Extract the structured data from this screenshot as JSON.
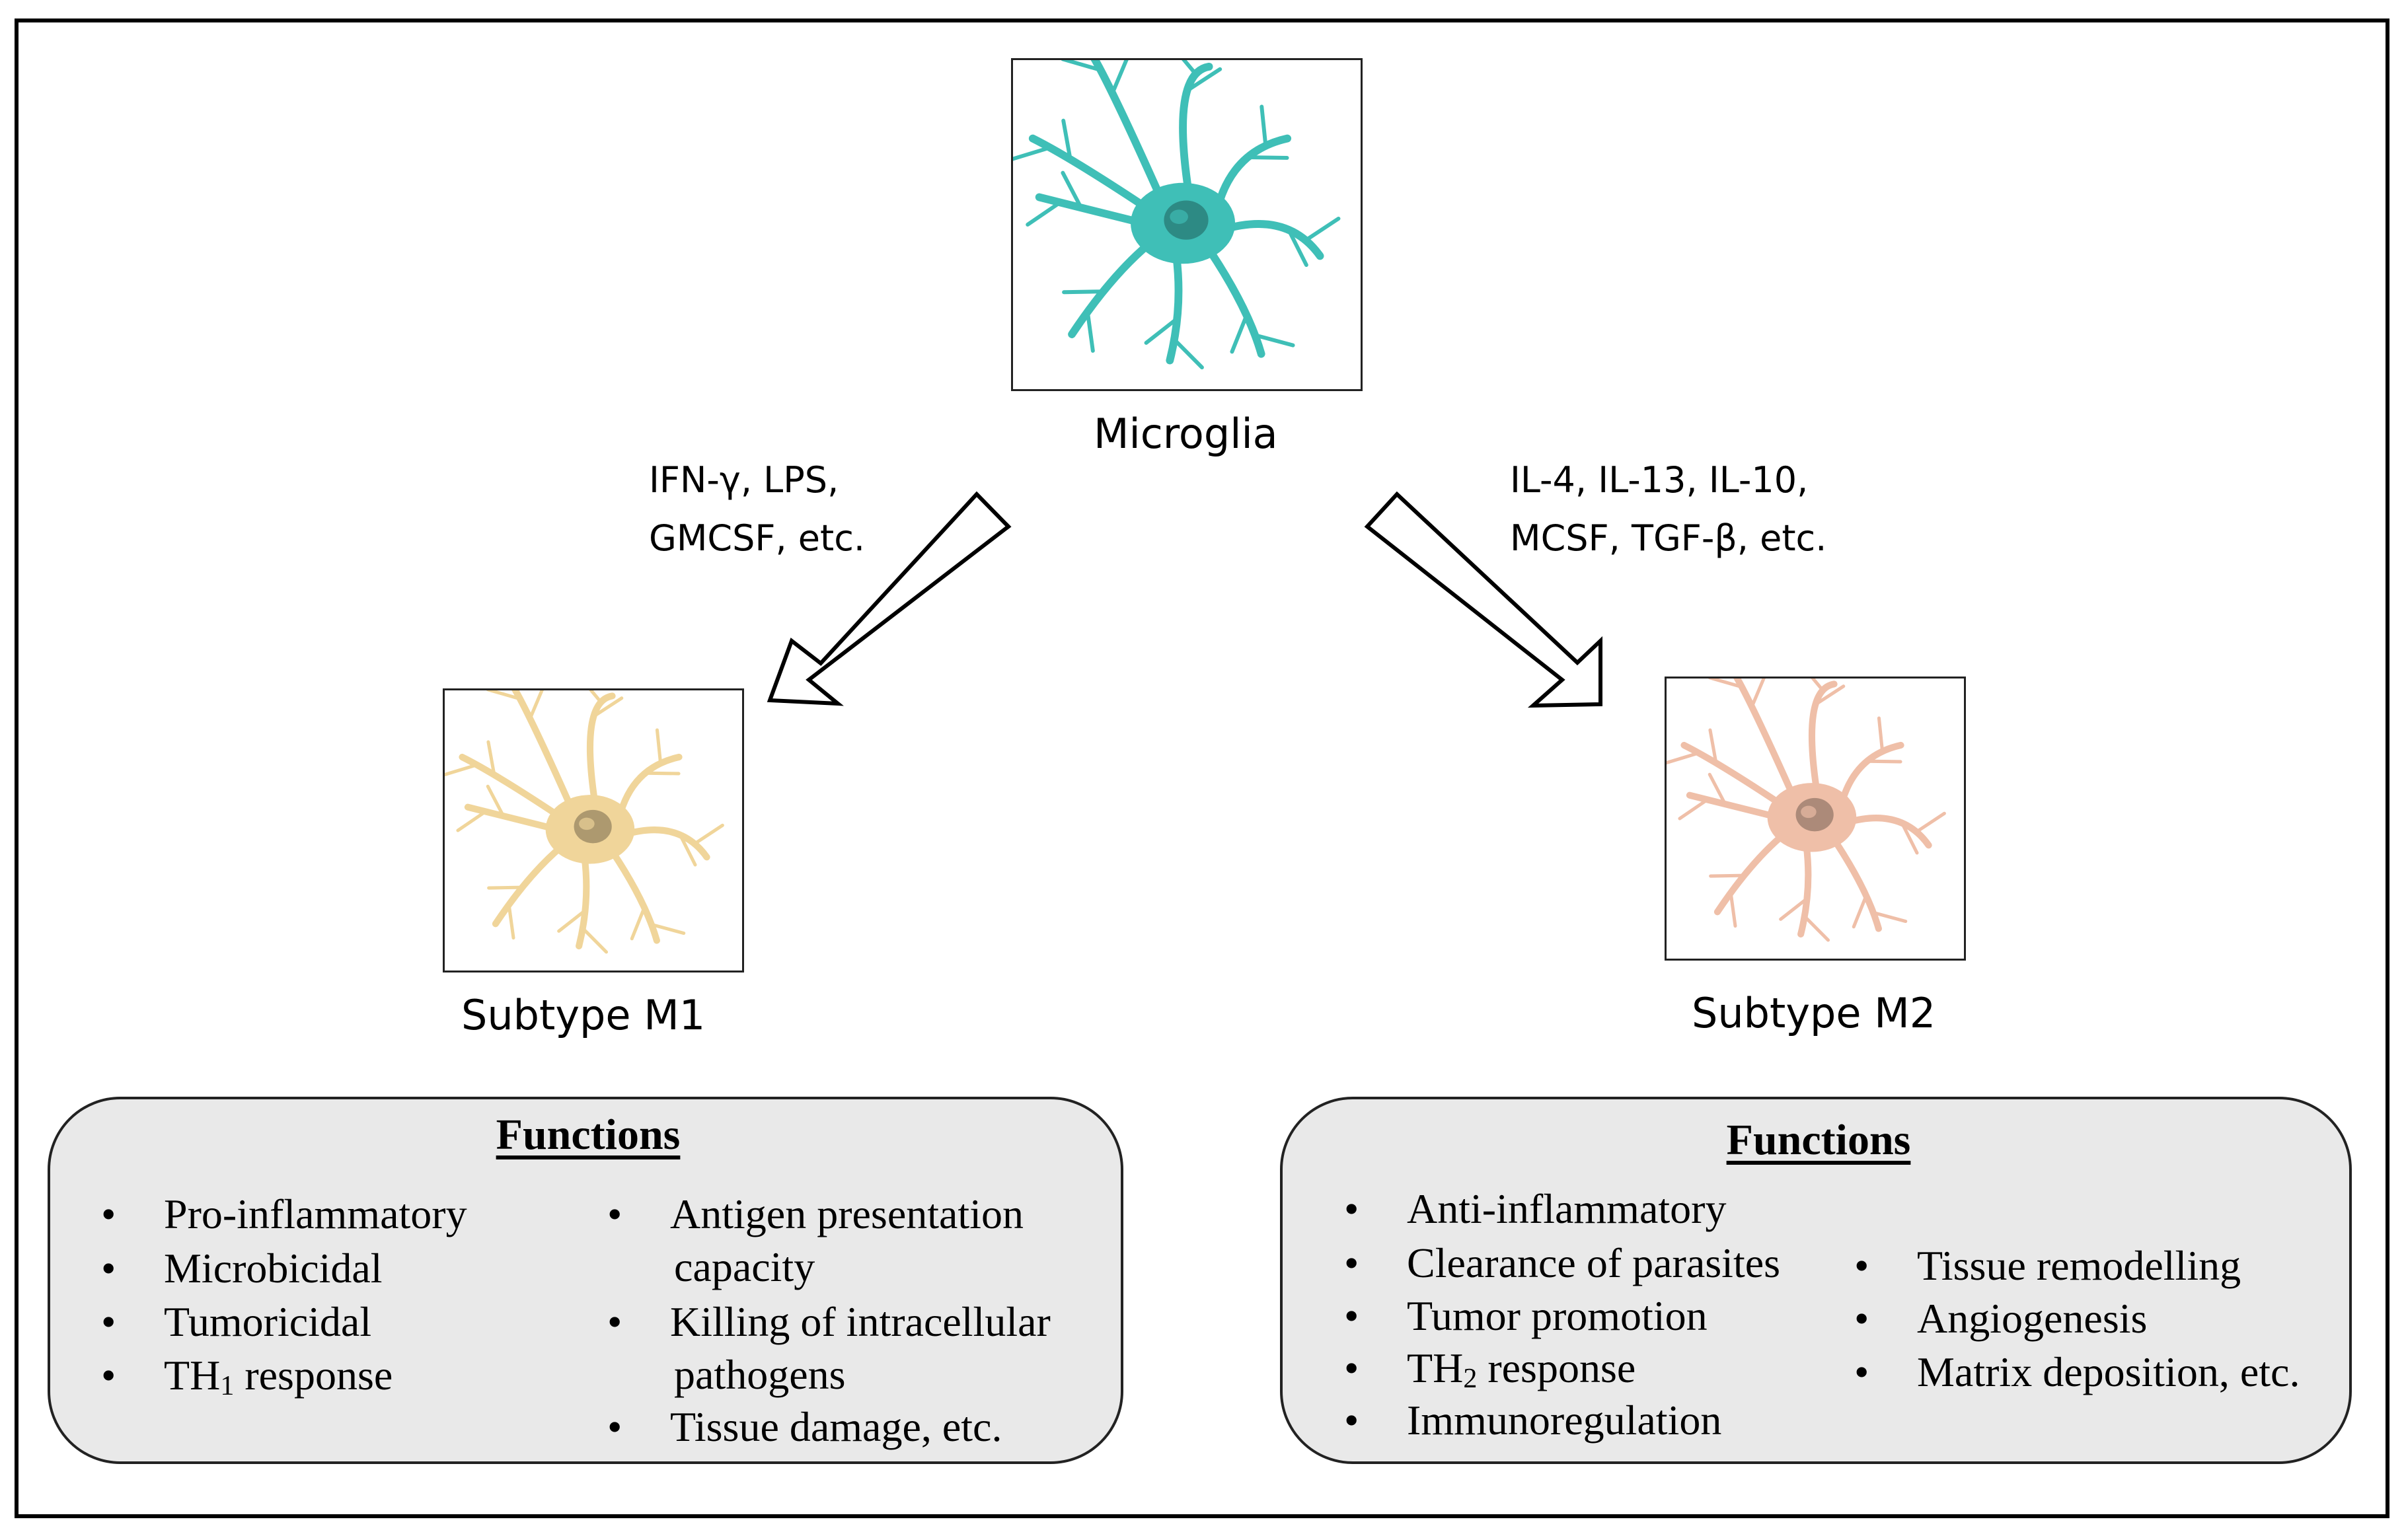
{
  "top": {
    "label": "Microglia",
    "color": "#3fbfb7"
  },
  "left": {
    "stimuli": [
      "IFN-γ, LPS,",
      "GMCSF, etc."
    ],
    "label": "Subtype M1",
    "color": "#f0d59a",
    "functions": {
      "heading": "Functions",
      "col1": [
        "Pro-inflammatory",
        "Microbicidal",
        "Tumoricidal"
      ],
      "th": {
        "prefix": "TH",
        "sub": "1",
        "suffix": " response"
      },
      "col2": [
        [
          "Antigen presentation",
          "capacity"
        ],
        [
          "Killing of intracellular",
          "pathogens"
        ],
        [
          "Tissue damage, etc."
        ]
      ]
    }
  },
  "right": {
    "stimuli": [
      "IL-4, IL-13, IL-10,",
      "MCSF, TGF-β, etc."
    ],
    "label": "Subtype M2",
    "color": "#efbfa8",
    "functions": {
      "heading": "Functions",
      "col1_a": [
        "Anti-inflammatory",
        "Clearance of parasites",
        "Tumor promotion"
      ],
      "th": {
        "prefix": "TH",
        "sub": "2",
        "suffix": " response"
      },
      "col1_b": [
        "Immunoregulation"
      ],
      "col2": [
        "Tissue remodelling",
        "Angiogenesis",
        "Matrix deposition, etc."
      ]
    }
  },
  "bullet": "•"
}
